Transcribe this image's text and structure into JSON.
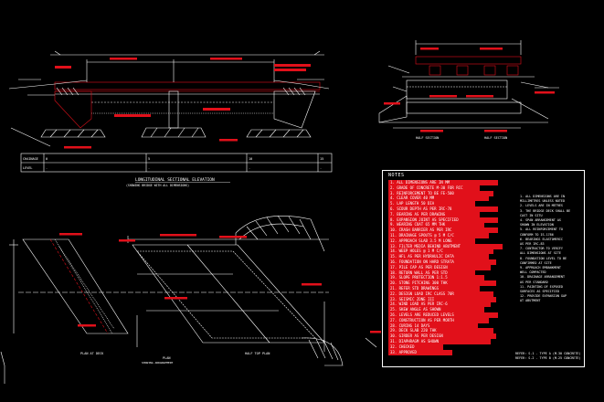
{
  "drawing": {
    "elevation_title": "LONGITUDINAL SECTIONAL ELEVATION",
    "elevation_subtitle": "(SHOWING BRIDGE WITH ALL DIMENSIONS)",
    "section_title_left": "HALF SECTION",
    "section_title_right": "HALF SECTION",
    "plan_left_title": "PLAN AT DECK",
    "plan_center_title": "PLAN",
    "plan_right_title": "HALF TOP PLAN",
    "plan_sub_title": "SHOWING ARRANGEMENT",
    "table_rows": [
      [
        "CHAINAGE",
        "0",
        "5",
        "10",
        "15"
      ],
      [
        "LEVEL",
        "-",
        "-",
        "-",
        "-"
      ]
    ]
  },
  "notes": {
    "heading": "NOTES",
    "red_lines": [
      "1. ALL DIMENSIONS ARE IN MM",
      "2. GRADE OF CONCRETE M-30 FOR RCC",
      "3. REINFORCEMENT TO BE FE-500",
      "4. CLEAR COVER 40 MM",
      "5. LAP LENGTH 50 DIA",
      "6. SCOUR DEPTH AS PER IRC-78",
      "7. BEARING AS PER DRAWING",
      "8. EXPANSION JOINT AS SPECIFIED",
      "9. WEARING COAT 65 MM THK",
      "10. CRASH BARRIER AS PER IRC",
      "11. DRAINAGE SPOUTS @ 5 M C/C",
      "12. APPROACH SLAB 3.5 M LONG",
      "13. FILTER MEDIA BEHIND ABUTMENT",
      "14. WEEP HOLES @ 1 M C/C",
      "15. HFL AS PER HYDRAULIC DATA",
      "16. FOUNDATION ON HARD STRATA",
      "17. PILE CAP AS PER DESIGN",
      "18. RETURN WALL AS PER STD",
      "19. SLOPE PROTECTION 1:1.5",
      "20. STONE PITCHING 300 THK",
      "21. REFER STD DRAWINGS",
      "22. DESIGN LOAD IRC CLASS 70R",
      "23. SEISMIC ZONE III",
      "24. WIND LOAD AS PER IRC-6",
      "25. SKEW ANGLE AS SHOWN",
      "26. LEVELS ARE REDUCED LEVELS",
      "27. CONSTRUCTION AS PER MORTH",
      "28. CURING 14 DAYS",
      "29. DECK SLAB 220 THK",
      "30. GIRDER AS PER DESIGN",
      "31. DIAPHRAGM AS SHOWN",
      "32. CHECKED",
      "33. APPROVED"
    ],
    "white_notes": [
      "1. ALL DIMENSIONS ARE IN",
      "   MILLIMETRES UNLESS NOTED",
      "2. LEVELS ARE IN METRES",
      "3. THE BRIDGE DECK SHALL BE",
      "   CAST IN SITU",
      "4. SPAN ARRANGEMENT AS",
      "   SHOWN IN ELEVATION",
      "5. ALL REINFORCEMENT TO",
      "   CONFORM TO IS-1786",
      "6. BEARINGS ELASTOMERIC",
      "   AS PER IRC-83",
      "7. CONTRACTOR TO VERIFY",
      "   ALL DIMENSIONS AT SITE",
      "8. FOUNDATION LEVEL TO BE",
      "   CONFIRMED AT SITE",
      "9. APPROACH EMBANKMENT",
      "   WELL COMPACTED",
      "10. DRAINAGE ARRANGEMENT",
      "   AS PER STANDARD",
      "11. PAINTING OF EXPOSED",
      "   SURFACES AS SPECIFIED",
      "12. PROVIDE EXPANSION GAP",
      "   AT ABUTMENT"
    ],
    "legend": [
      "REFER: S-1 - TYPE A (M-30 CONCRETE)",
      "REFER: S-2 - TYPE B (M-25 CONCRETE)"
    ]
  }
}
